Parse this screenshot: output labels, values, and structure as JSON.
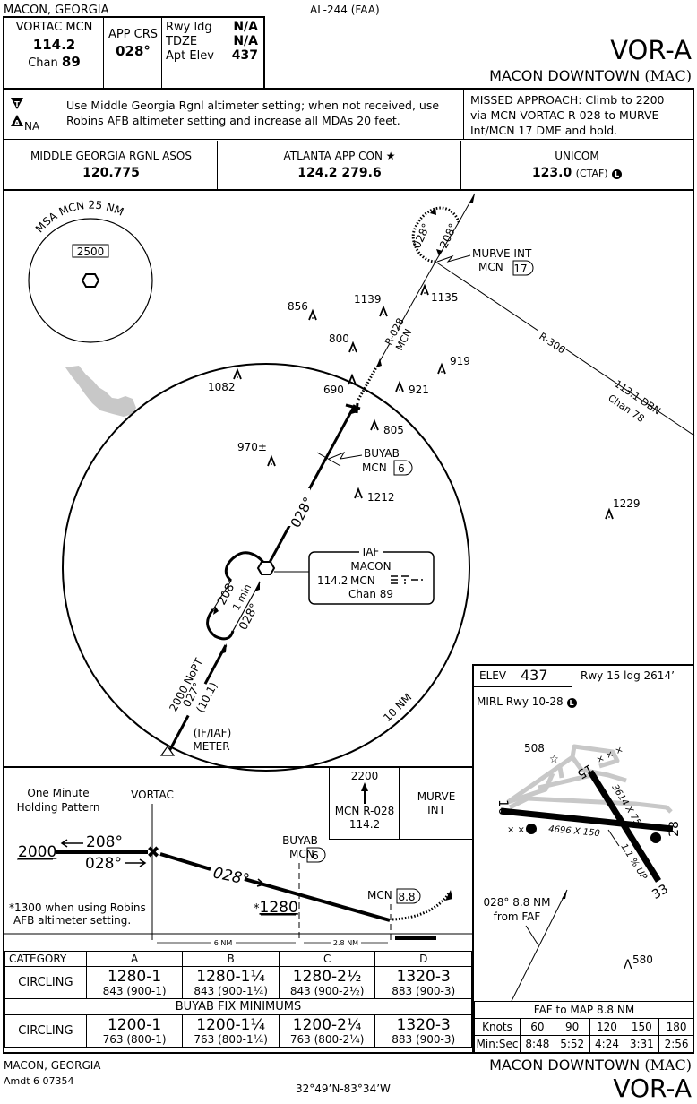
{
  "header": {
    "location": "MACON, GEORGIA",
    "chart_id": "AL-244 (FAA)",
    "procedure": "VOR-A",
    "airport": "MACON DOWNTOWN",
    "airport_code": "(MAC)",
    "navaid_type": "VORTAC  MCN",
    "navaid_freq": "114.2",
    "navaid_chan_label": "Chan",
    "navaid_chan": "89",
    "app_crs_label": "APP CRS",
    "app_crs": "028°",
    "rwy_ldg_label": "Rwy ldg",
    "rwy_ldg": "N/A",
    "tdze_label": "TDZE",
    "tdze": "N/A",
    "apt_elev_label": "Apt Elev",
    "apt_elev": "437"
  },
  "notes": {
    "alt_note": "Use Middle Georgia Rgnl altimeter setting; when not received, use Robins AFB altimeter setting and increase all MDAs 20 feet.",
    "alt_note_line1": "Use Middle Georgia Rgnl altimeter setting; when not received, use",
    "alt_note_line2": "Robins AFB altimeter setting and increase all MDAs 20 feet.",
    "na_label": "NA",
    "missed_line1": "MISSED APPROACH: Climb to 2200",
    "missed_line2": "via MCN VORTAC R-028 to MURVE",
    "missed_line3": "Int/MCN 17 DME and hold."
  },
  "comms": [
    {
      "label": "MIDDLE GEORGIA RGNL ASOS",
      "freq": "120.775"
    },
    {
      "label": "ATLANTA APP CON ★",
      "freq": "124.2  279.6"
    },
    {
      "label": "UNICOM",
      "freq": "123.0",
      "suffix": "(CTAF)"
    }
  ],
  "plan": {
    "msa_label": "MSA MCN 25 NM",
    "msa_alt": "2500",
    "ring_label": "10 NM",
    "obstacles": [
      "856",
      "1139",
      "1135",
      "800",
      "919",
      "921",
      "690",
      "1082",
      "805",
      "970±",
      "1212",
      "1229"
    ],
    "murve": {
      "name": "MURVE INT",
      "ref": "MCN",
      "dme": "17"
    },
    "buyab": {
      "name": "BUYAB",
      "ref": "MCN",
      "dme": "6"
    },
    "radial_label": "R-028",
    "radial_ref": "MCN",
    "r306_label": "R-306",
    "dbn_freq": "113.1 DBN",
    "dbn_chan": "Chan 78",
    "hold_out": "028°",
    "hold_in": "208°",
    "final_course": "028°",
    "hold_iaf_in": "208°",
    "hold_iaf_out": "028°",
    "hold_time": "1 min",
    "iaf_box": {
      "title": "IAF",
      "name": "MACON",
      "freq": "114.2",
      "ident": "MCN",
      "chan": "Chan 89"
    },
    "feeder_alt": "2000 NoPT",
    "feeder_crs": "027°",
    "feeder_dist": "(10.1)",
    "meter_label1": "(IF/IAF)",
    "meter_label2": "METER"
  },
  "profile": {
    "hold_title1": "One Minute",
    "hold_title2": "Holding Pattern",
    "vortac_label": "VORTAC",
    "alt_2000": "2000",
    "crs_out": "208°",
    "crs_in": "028°",
    "final_crs": "028°",
    "buyab_name": "BUYAB",
    "buyab_ref": "MCN",
    "buyab_dme": "6",
    "mda": "1280",
    "mda_star": "*",
    "map_ref": "MCN",
    "map_dme": "8.8",
    "note_line1": "*1300 when using Robins",
    "note_line2": "AFB altimeter setting.",
    "seg1": "6 NM",
    "seg2": "2.8 NM",
    "missed_alt": "2200",
    "missed_radial": "MCN R-028",
    "missed_freq": "114.2",
    "missed_fix1": "MURVE",
    "missed_fix2": "INT"
  },
  "minimums": {
    "category_label": "CATEGORY",
    "categories": [
      "A",
      "B",
      "C",
      "D"
    ],
    "row1_label": "CIRCLING",
    "row1": [
      {
        "main": "1280-1",
        "sub": "843 (900-1)"
      },
      {
        "main": "1280-1¼",
        "sub": "843 (900-1¼)"
      },
      {
        "main": "1280-2½",
        "sub": "843 (900-2½)"
      },
      {
        "main": "1320-3",
        "sub": "883 (900-3)"
      }
    ],
    "buyab_title": "BUYAB FIX MINIMUMS",
    "row2_label": "CIRCLING",
    "row2": [
      {
        "main": "1200-1",
        "sub": "763 (800-1)"
      },
      {
        "main": "1200-1¼",
        "sub": "763 (800-1¼)"
      },
      {
        "main": "1200-2¼",
        "sub": "763 (800-2¼)"
      },
      {
        "main": "1320-3",
        "sub": "883 (900-3)"
      }
    ]
  },
  "airport_diagram": {
    "elev_label": "ELEV",
    "elev": "437",
    "rwy_note": "Rwy 15 ldg 2614’",
    "lighting": "MIRL Rwy 10-28",
    "beacon_elev": "508",
    "rwy_10": "10",
    "rwy_28": "28",
    "rwy_15": "15",
    "rwy_33": "33",
    "rwy_10_28_dims": "4696 X 150",
    "rwy_15_33_dims": "3614 X 75",
    "gradient": "1.1 % UP",
    "faf_note1": "028° 8.8 NM",
    "faf_note2": "from FAF",
    "obstacle": "580"
  },
  "timing": {
    "title": "FAF to MAP  8.8 NM",
    "knots_label": "Knots",
    "time_label": "Min:Sec",
    "knots": [
      "60",
      "90",
      "120",
      "150",
      "180"
    ],
    "times": [
      "8:48",
      "5:52",
      "4:24",
      "3:31",
      "2:56"
    ]
  },
  "footer": {
    "location": "MACON, GEORGIA",
    "amendment": "Amdt 6  07354",
    "coords": "32°49’N-83°34’W",
    "airport": "MACON DOWNTOWN",
    "airport_code": "(MAC)",
    "procedure": "VOR-A"
  }
}
